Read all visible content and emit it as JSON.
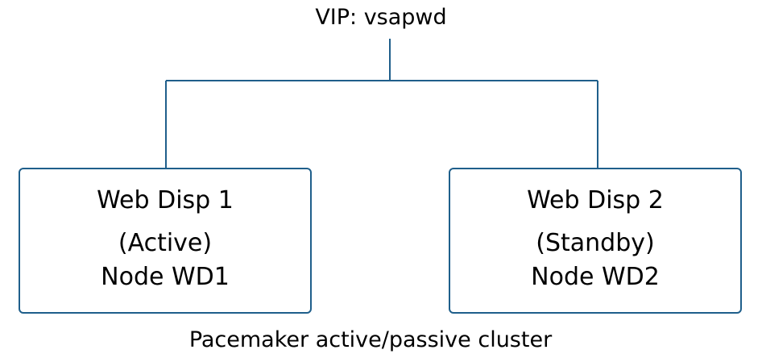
{
  "diagram": {
    "vip_label": "VIP: vsapwd",
    "nodes": [
      {
        "title": "Web Disp 1",
        "state": "(Active)",
        "node": "Node WD1"
      },
      {
        "title": "Web Disp 2",
        "state": "(Standby)",
        "node": "Node WD2"
      }
    ],
    "caption": "Pacemaker active/passive cluster",
    "colors": {
      "line": "#1f5f8b",
      "text": "#000000",
      "background": "#ffffff"
    }
  }
}
